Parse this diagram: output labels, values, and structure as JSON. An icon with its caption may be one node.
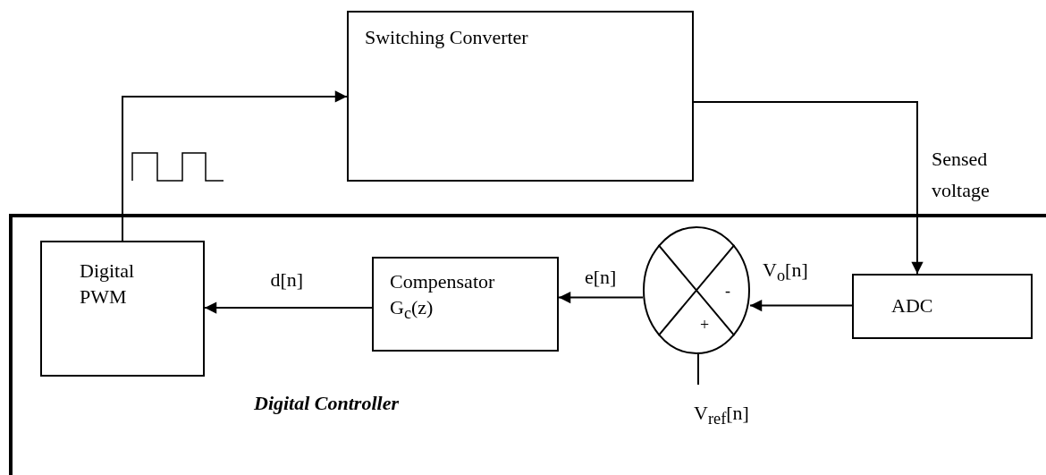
{
  "diagram": {
    "nodes": [
      {
        "text": [
          "Switching Converter"
        ]
      },
      {
        "text": [
          "Digital Controller"
        ]
      },
      {
        "text": [
          "Digital PWM"
        ],
        "in": 1
      },
      {
        "text": [
          "Compensator G$_{c}$(z)"
        ],
        "in": 1
      },
      {
        "text": [
          "-",
          "+"
        ],
        "in": 1
      },
      {
        "text": [
          "ADC"
        ],
        "in": 1
      },
      {
        "text": [
          "V$_{ref}$[n]"
        ],
        "in": 1
      }
    ],
    "edges": [
      {
        "from": 2,
        "to": 0,
        "arrow": "to"
      },
      {
        "from": 0,
        "to": 5,
        "arrow": "to",
        "label": "Sensed voltage"
      },
      {
        "from": 3,
        "to": 2,
        "arrow": "to",
        "label": "d[n]"
      },
      {
        "from": 4,
        "to": 3,
        "arrow": "to",
        "label": "e[n]"
      },
      {
        "from": 5,
        "to": 4,
        "arrow": "to",
        "label": "V$_{o}$[n]"
      },
      {
        "from": 6,
        "to": 4,
        "arrow": "none"
      }
    ]
  }
}
